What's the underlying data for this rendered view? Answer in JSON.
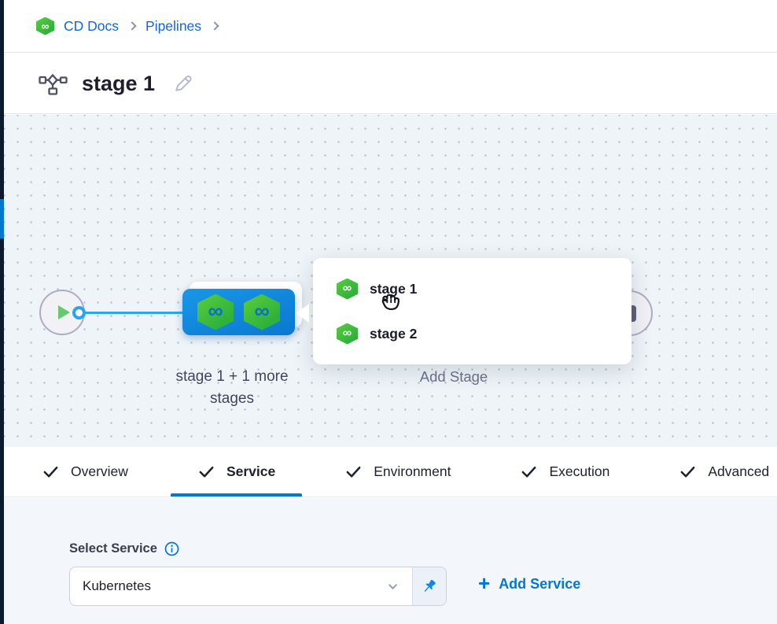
{
  "breadcrumb": {
    "items": [
      {
        "label": "CD Docs"
      },
      {
        "label": "Pipelines"
      }
    ]
  },
  "header": {
    "title": "stage 1"
  },
  "canvas": {
    "stage_node_caption": "stage 1 + 1 more stages",
    "add_stage_label": "Add Stage",
    "popup": {
      "items": [
        {
          "label": "stage 1"
        },
        {
          "label": "stage 2"
        }
      ]
    }
  },
  "tabs": [
    {
      "label": "Overview",
      "active": false
    },
    {
      "label": "Service",
      "active": true
    },
    {
      "label": "Environment",
      "active": false
    },
    {
      "label": "Execution",
      "active": false
    },
    {
      "label": "Advanced",
      "active": false,
      "clipped": true
    }
  ],
  "service_panel": {
    "label": "Select Service",
    "selected_value": "Kubernetes",
    "add_service_plus": "+",
    "add_service_label": "Add Service"
  },
  "colors": {
    "accent_blue": "#0278d5",
    "link_blue": "#1366e0",
    "node_blue": "#0a78d0",
    "edge_blue": "#2aa3f1",
    "harness_green": "#3db43c",
    "canvas_bg": "#eef4f8",
    "sidebar_dark": "#0b1b2d"
  }
}
